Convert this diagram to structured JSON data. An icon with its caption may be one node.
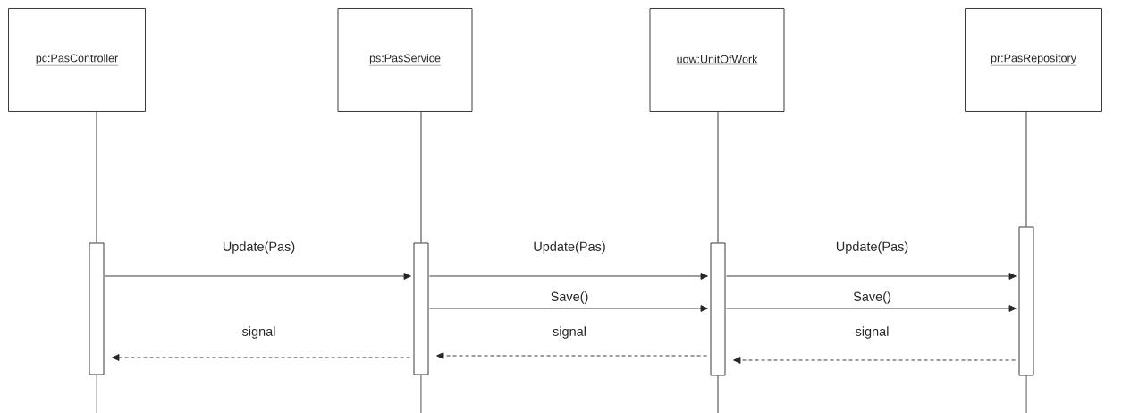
{
  "diagram": {
    "nodes": [
      {
        "text": [
          "pc:PasController"
        ]
      },
      {
        "text": [
          "ps:PasService"
        ]
      },
      {
        "text": [
          "uow:UnitOfWork"
        ]
      },
      {
        "text": [
          "pr:PasRepository"
        ]
      },
      {
        "text": [],
        "shape": "bar"
      },
      {
        "text": [],
        "shape": "bar"
      },
      {
        "text": [],
        "shape": "bar"
      },
      {
        "text": [],
        "shape": "bar"
      }
    ],
    "edges": [
      {
        "from": 0,
        "to": 4,
        "arrow": "none"
      },
      {
        "from": 1,
        "to": 5,
        "arrow": "none"
      },
      {
        "from": 2,
        "to": 6,
        "arrow": "none"
      },
      {
        "from": 3,
        "to": 7,
        "arrow": "none"
      },
      {
        "from": 4,
        "to": null,
        "arrow": "none"
      },
      {
        "from": 5,
        "to": null,
        "arrow": "none"
      },
      {
        "from": 6,
        "to": null,
        "arrow": "none"
      },
      {
        "from": 7,
        "to": null,
        "arrow": "none"
      },
      {
        "from": 4,
        "to": 5,
        "arrow": "to",
        "label": "Update(Pas)"
      },
      {
        "from": 5,
        "to": 6,
        "arrow": "to",
        "label": "Update(Pas)"
      },
      {
        "from": 6,
        "to": 7,
        "arrow": "to",
        "label": "Update(Pas)"
      },
      {
        "from": 5,
        "to": 6,
        "arrow": "to",
        "label": "Save()"
      },
      {
        "from": 6,
        "to": 7,
        "arrow": "to",
        "label": "Save()"
      },
      {
        "from": 5,
        "to": 4,
        "arrow": "to",
        "label": "signal",
        "style": "dashed"
      },
      {
        "from": 6,
        "to": 5,
        "arrow": "to",
        "label": "signal",
        "style": "dashed"
      },
      {
        "from": 7,
        "to": 6,
        "arrow": "to",
        "label": "signal",
        "style": "dashed"
      }
    ]
  }
}
